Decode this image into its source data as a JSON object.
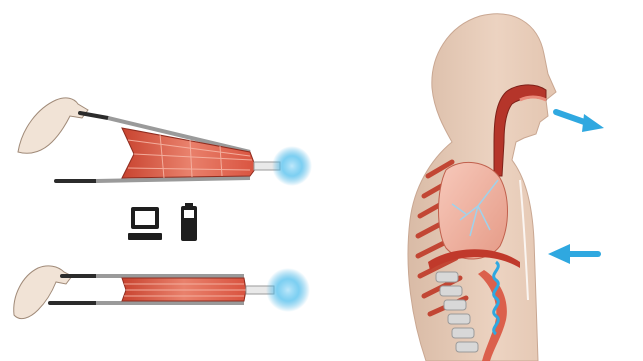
{
  "figure": {
    "panels": [
      {
        "id": "bellows-open",
        "state": "expanded",
        "airflow": "out"
      },
      {
        "id": "bellows-closed",
        "state": "compressed",
        "airflow": "out"
      },
      {
        "id": "human-torso",
        "view": "sagittal-cutaway"
      }
    ],
    "icons": [
      "computer-icon",
      "battery-icon"
    ],
    "arrows": [
      {
        "name": "exhale-arrow",
        "direction": "right"
      },
      {
        "name": "chest-press-arrow",
        "direction": "left"
      }
    ],
    "colors": {
      "skin": "#e8c9b4",
      "muscle": "#d9533f",
      "muscle_light": "#f0a28f",
      "airway": "#b5352a",
      "rod": "#2b2b2b",
      "rod_metal": "#9a9a9a",
      "air": "#2fa8e0",
      "arrow": "#2fa8e0"
    }
  }
}
